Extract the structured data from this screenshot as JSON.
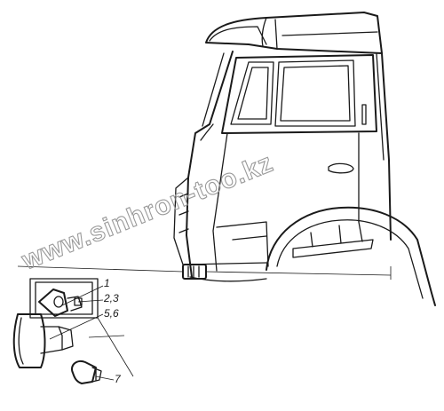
{
  "watermark": "www.sinhron-too.kz",
  "callouts": [
    {
      "id": "1",
      "text": "1"
    },
    {
      "id": "2-3",
      "text": "2,3"
    },
    {
      "id": "5-6",
      "text": "5,6"
    },
    {
      "id": "7",
      "text": "7"
    }
  ]
}
